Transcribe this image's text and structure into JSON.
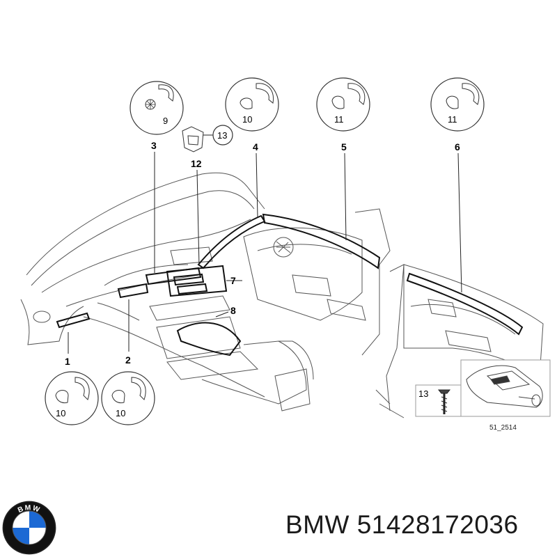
{
  "callouts": {
    "c1": "1",
    "c2": "2",
    "c3": "3",
    "c4": "4",
    "c5": "5",
    "c6": "6",
    "c7": "7",
    "c8": "8",
    "c12": "12",
    "c13": "13"
  },
  "detail_circles": {
    "d3": "9",
    "d4": "10",
    "d5": "11",
    "d6": "11",
    "d1": "10",
    "d2": "10"
  },
  "inset": {
    "screw_label": "13",
    "ref_code": "51_2514"
  },
  "logo": {
    "letters": "BMW"
  },
  "caption": {
    "text": "BMW 51428172036"
  },
  "colors": {
    "line": "#333333",
    "light_line": "#888888",
    "bmw_blue": "#1c69d4",
    "bmw_black": "#111111"
  }
}
